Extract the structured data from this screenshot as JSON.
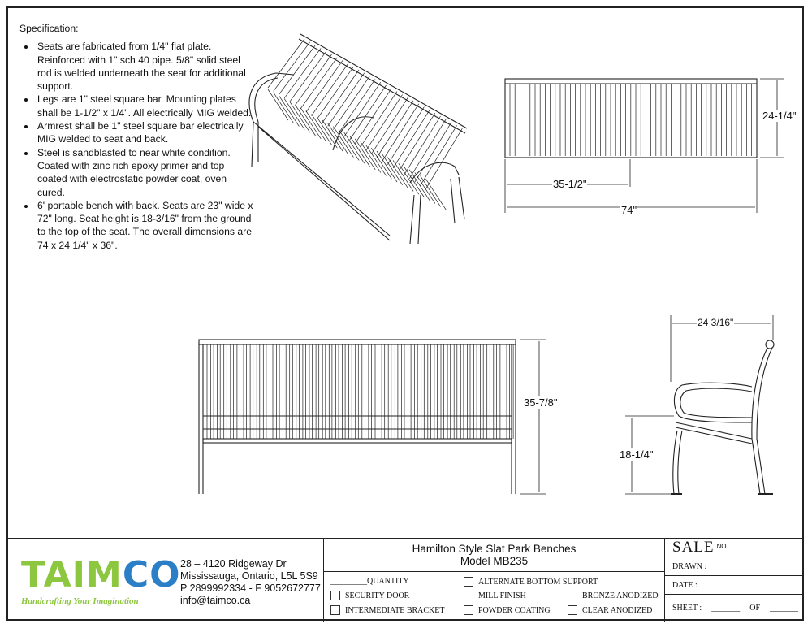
{
  "spec": {
    "heading": "Specification:",
    "items": [
      "Seats are fabricated from 1/4\" flat plate. Reinforced with 1\" sch 40 pipe. 5/8\" solid steel rod is welded underneath the seat for additional support.",
      "Legs are 1\" steel square bar. Mounting plates shall be 1-1/2\" x 1/4\". All electrically MIG welded.",
      "Armrest shall be 1\" steel square bar electrically MIG welded to seat and back.",
      "Steel is sandblasted to near white condition. Coated with zinc rich epoxy primer and top coated with electrostatic powder coat, oven cured.",
      "6' portable bench with back. Seats are 23\" wide x 72\" long. Seat height is 18-3/16\" from the ground to the top of the seat. The overall dimensions are 74 x 24 1/4\" x 36\"."
    ]
  },
  "dimensions": {
    "top_depth": "24-1/4\"",
    "top_half": "35-1/2\"",
    "top_length": "74\"",
    "front_height": "35-7/8\"",
    "side_depth": "24 3/16\"",
    "seat_height": "18-1/4\""
  },
  "title_block": {
    "logo_text_a": "TAIM",
    "logo_text_b": "CO",
    "tagline": "Handcrafting Your Imagination",
    "address": [
      "28 – 4120 Ridgeway Dr",
      "Mississauga, Ontario, L5L 5S9",
      "P 2899992334 - F 9052672777",
      "info@taimco.ca"
    ],
    "title_line1": "Hamilton Style Slat  Park Benches",
    "title_line2": "Model MB235",
    "quantity_label": "_________QUANTITY",
    "options": {
      "security_door": "SECURITY DOOR",
      "intermediate_bracket": "INTERMEDIATE BRACKET",
      "alternate_bottom_support": "ALTERNATE BOTTOM SUPPORT",
      "mill_finish": "MILL FINISH",
      "powder_coating": "POWDER COATING",
      "bronze_anodized": "BRONZE ANODIZED",
      "clear_anodized": "CLEAR ANODIZED"
    },
    "sale": "SALE",
    "sale_no": "NO.",
    "drawn": "DRAWN :",
    "date": "DATE :",
    "sheet": "SHEET :",
    "sheet_blank1": "_______",
    "of": "OF",
    "sheet_blank2": "_______"
  }
}
